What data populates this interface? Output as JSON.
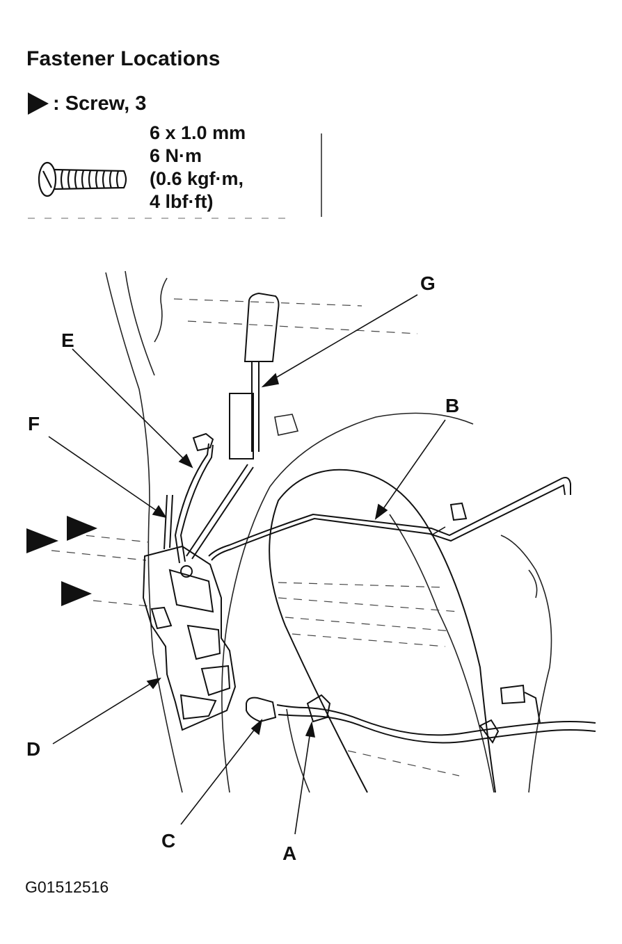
{
  "title": "Fastener Locations",
  "legend": {
    "symbol": "triangle-arrow-icon",
    "label": ": Screw, 3"
  },
  "screw_spec": {
    "size": "6 x 1.0 mm",
    "torque_nm": "6 N·m",
    "torque_kgf": "(0.6 kgf·m,",
    "torque_lbf": "4 lbf·ft)"
  },
  "callouts": {
    "A": "A",
    "B": "B",
    "C": "C",
    "D": "D",
    "E": "E",
    "F": "F",
    "G": "G"
  },
  "figure_id": "G01512516"
}
